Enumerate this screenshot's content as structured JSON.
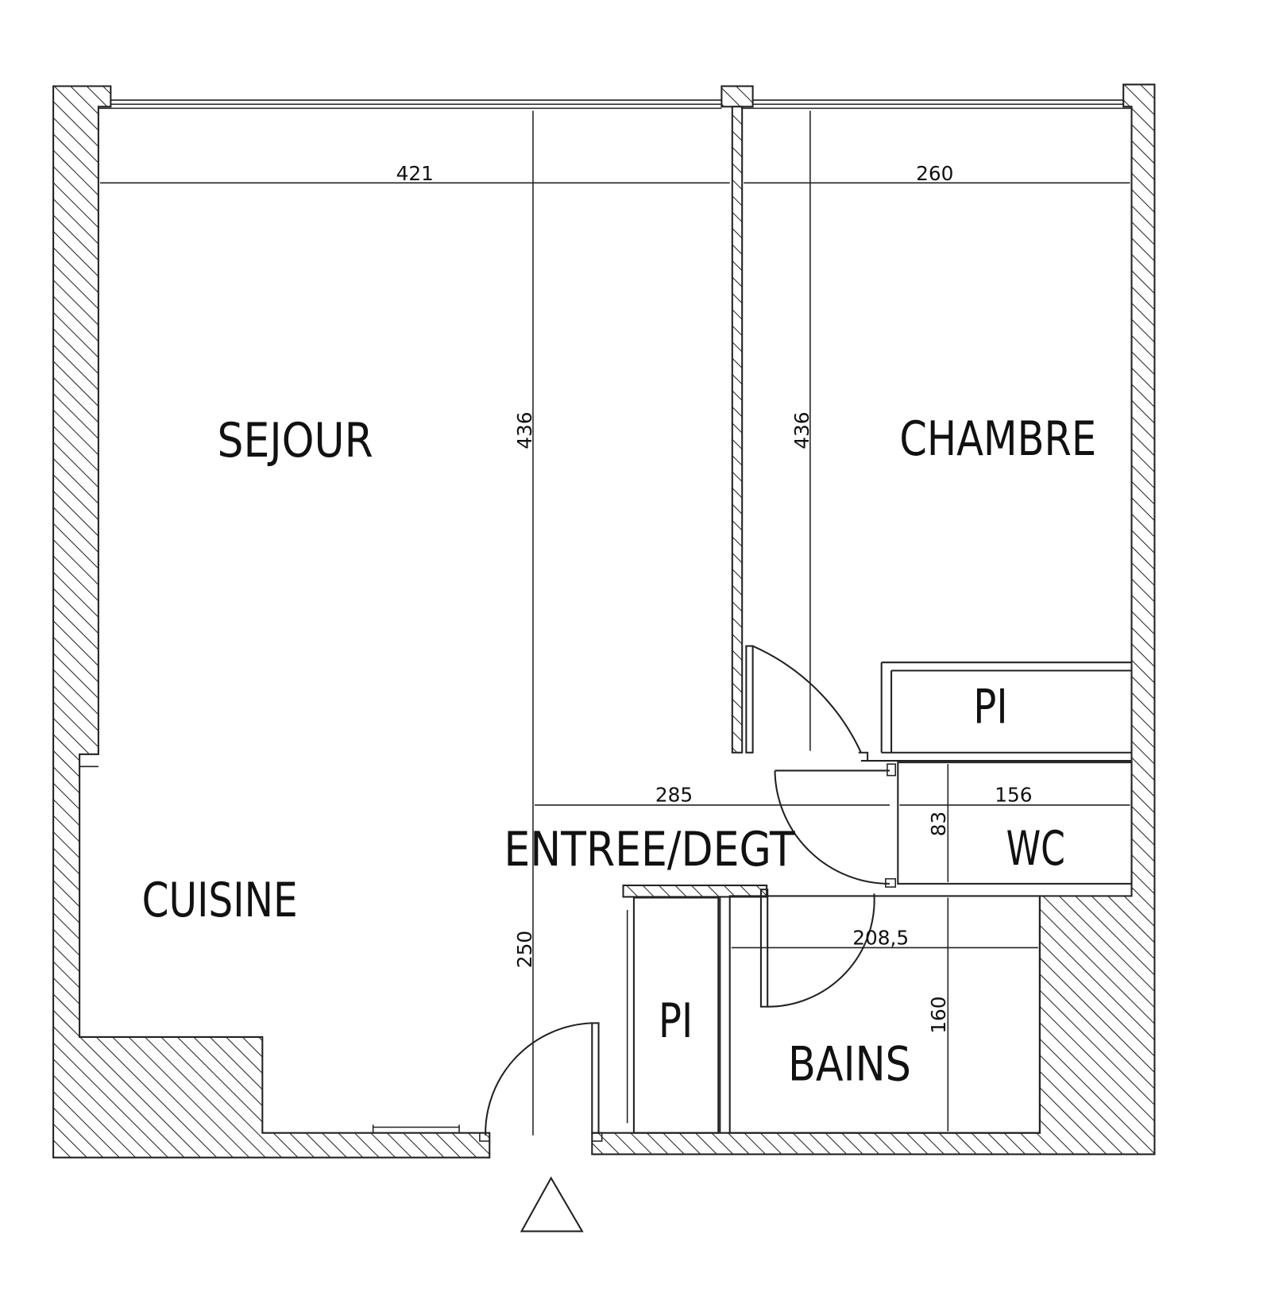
{
  "rooms": {
    "sejour": "SEJOUR",
    "chambre": "CHAMBRE",
    "cuisine": "CUISINE",
    "entree": "ENTREE/DEGT",
    "wc": "WC",
    "bains": "BAINS",
    "placard_chambre": "PI",
    "placard_entree": "PI"
  },
  "dimensions": {
    "sejour_width": "421",
    "chambre_width": "260",
    "sejour_depth": "436",
    "chambre_depth": "436",
    "entree_width": "285",
    "wc_width": "156",
    "wc_depth": "83",
    "entree_depth": "250",
    "bains_width": "208,5",
    "bains_depth": "160"
  },
  "symbols": {
    "entrance": "triangle-icon"
  }
}
